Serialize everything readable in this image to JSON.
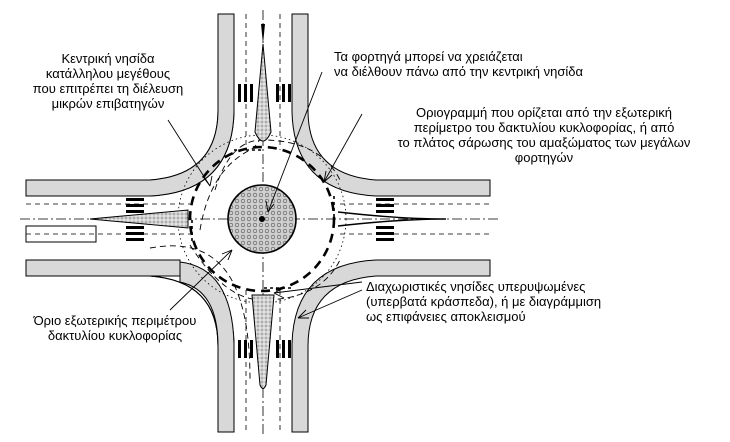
{
  "labels": {
    "central_island_note": "Κεντρική νησίδα\nκατάλληλου μεγέθους\nπου επιτρέπει τη διέλευση\nμικρών επιβατηγών",
    "trucks_note": "Τα φορτηγά μπορεί να χρειάζεται\nνα διέλθουν πάνω από την κεντρική νησίδα",
    "outline_note": "Οριογραμμή που ορίζεται από την εξωτερική\nπερίμετρο του δακτυλίου κυκλοφορίας, ή από\nτο πλάτος σάρωσης του αμαξώματος των μεγάλων\nφορτηγών",
    "outer_limit_note": "Όριο εξωτερικής περιμέτρου\nδακτυλίου κυκλοφορίας",
    "splitter_note": "Διαχωριστικές νησίδες υπερυψωμένες\n(υπερβατά κράσπεδα), ή με διαγράμμιση\nως επιφάνειες αποκλεισμού"
  },
  "colors": {
    "line": "#000000",
    "curb_fill": "#d8d8d8",
    "island_fill": "#cfcfcf",
    "background": "#ffffff"
  }
}
